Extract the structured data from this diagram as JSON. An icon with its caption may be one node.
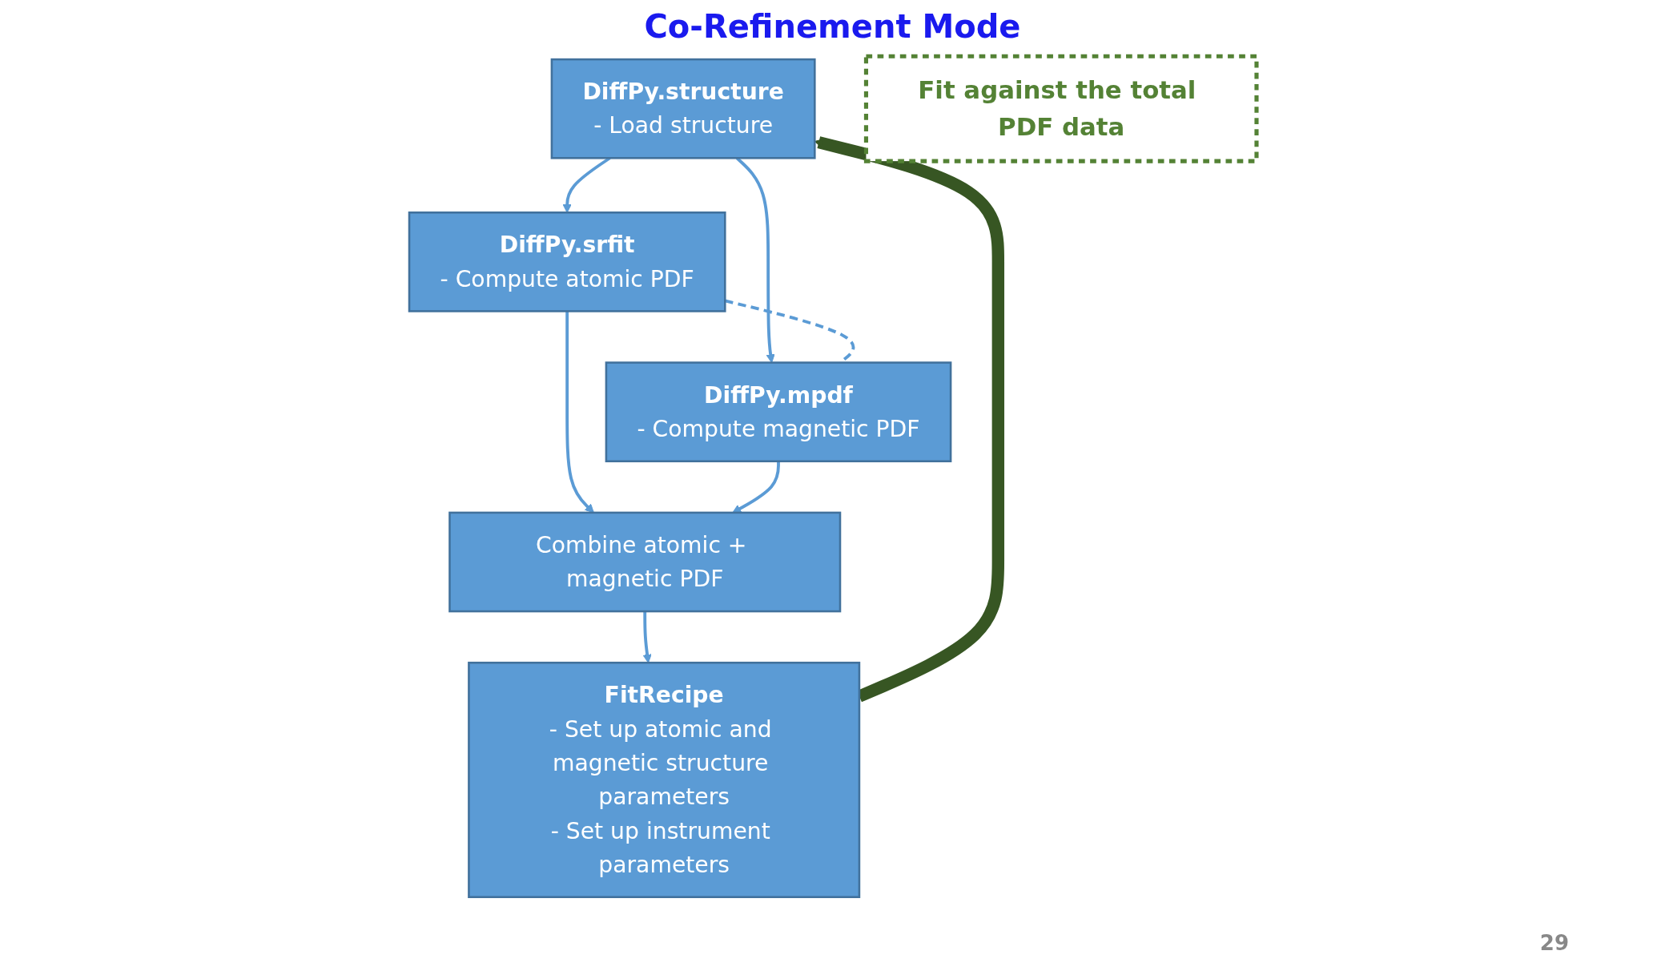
{
  "diagram": {
    "title": "Co-Refinement Mode",
    "nodes": [
      {
        "text": [
          "DiffPy.structure",
          "- Load structure"
        ]
      },
      {
        "text": [
          "DiffPy.srfit",
          "- Compute atomic PDF"
        ]
      },
      {
        "text": [
          "DiffPy.mpdf",
          "- Compute magnetic PDF"
        ]
      },
      {
        "text": [
          "Combine atomic + magnetic PDF"
        ]
      },
      {
        "text": [
          "FitRecipe",
          "- Set up atomic and magnetic structure parameters",
          "- Set up instrument parameters"
        ]
      },
      {
        "text": [
          "Fit against the total PDF data"
        ]
      }
    ],
    "edges": [
      {
        "from": 0,
        "to": 1,
        "arrow": "to"
      },
      {
        "from": 0,
        "to": 2,
        "arrow": "to"
      },
      {
        "from": 1,
        "to": 2,
        "arrow": "none",
        "style": "dashed"
      },
      {
        "from": 1,
        "to": 3,
        "arrow": "to"
      },
      {
        "from": 2,
        "to": 3,
        "arrow": "to"
      },
      {
        "from": 3,
        "to": 4,
        "arrow": "to"
      },
      {
        "from": 4,
        "to": 0,
        "arrow": "to",
        "style": "thick",
        "color": "#375623"
      }
    ],
    "labels": [
      "29"
    ]
  }
}
